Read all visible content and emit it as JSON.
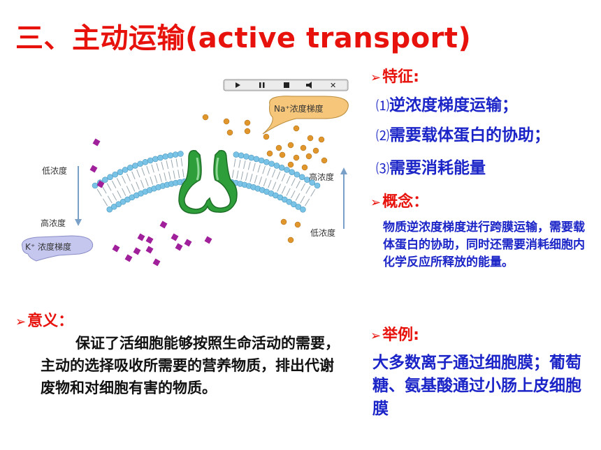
{
  "title": "三、主动运输(active transport)",
  "features": {
    "heading": "特征:",
    "items": [
      {
        "num": "⑴",
        "text": "逆浓度梯度运输；"
      },
      {
        "num": "⑵",
        "text": "需要载体蛋白的协助；"
      },
      {
        "num": "⑶",
        "text": "需要消耗能量"
      }
    ]
  },
  "concept": {
    "heading": "概念：",
    "text": "物质逆浓度梯度进行跨膜运输，需要载体蛋白的协助，同时还需要消耗细胞内化学反应所释放的能量。"
  },
  "meaning": {
    "heading": "意义：",
    "text": "保证了活细胞能够按照生命活动的需要，主动的选择吸收所需要的营养物质，排出代谢废物和对细胞有害的物质。"
  },
  "example": {
    "heading": "举例:",
    "text": "大多数离子通过细胞膜；葡萄糖、氨基酸通过小肠上皮细胞膜"
  },
  "figure": {
    "na_bubble": "Na⁺浓度梯度",
    "k_bubble": "K⁺ 浓度梯度",
    "left_top_label": "低浓度",
    "left_bottom_label": "高浓度",
    "right_top_label": "高浓度",
    "right_bottom_label": "低浓度"
  },
  "colors": {
    "title": "#e8120c",
    "blue_text": "#1b24c7",
    "protein": "#2e9e3a",
    "lipid_head": "#78c3e6",
    "na_ion": "#e0962a",
    "k_ion": "#a01f9a"
  }
}
